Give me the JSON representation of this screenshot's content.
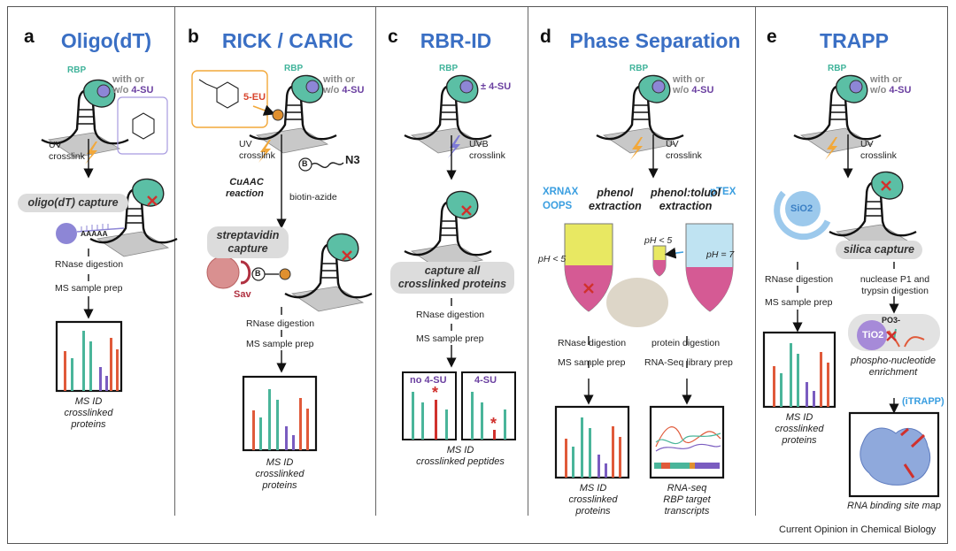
{
  "panels": {
    "a": {
      "letter": "a",
      "title": "Oligo(dT)",
      "rbp": "RBP",
      "with_su_1": "with or",
      "with_su_2": "w/o ",
      "su": "4-SU",
      "uv": "UV",
      "crosslink": "crosslink",
      "capture": "oligo(dT) capture",
      "aaaaa": "AAAAA",
      "step1": "RNase digestion",
      "step2": "MS sample prep",
      "result": [
        "MS ID",
        "crosslinked",
        "proteins"
      ]
    },
    "b": {
      "letter": "b",
      "title": "RICK / CARIC",
      "rbp": "RBP",
      "with_su_1": "with or",
      "with_su_2": "w/o ",
      "su": "4-SU",
      "eu": "5-EU",
      "uv": "UV",
      "crosslink": "crosslink",
      "cuaac_1": "CuAAC",
      "cuaac_2": "reaction",
      "biotin": "biotin-azide",
      "n3": "N3",
      "b": "B",
      "capture_1": "streptavidin",
      "capture_2": "capture",
      "sav": "Sav",
      "step1": "RNase digestion",
      "step2": "MS sample prep",
      "result": [
        "MS ID",
        "crosslinked",
        "proteins"
      ]
    },
    "c": {
      "letter": "c",
      "title": "RBR-ID",
      "rbp": "RBP",
      "su": "± 4-SU",
      "uvb": "UVB",
      "crosslink": "crosslink",
      "capture_1": "capture all",
      "capture_2": "crosslinked proteins",
      "step1": "RNase digestion",
      "step2": "MS sample prep",
      "box1": "no 4-SU",
      "box2": "4-SU",
      "star": "*",
      "result": [
        "MS ID",
        "crosslinked peptides"
      ]
    },
    "d": {
      "letter": "d",
      "title": "Phase Separation",
      "rbp": "RBP",
      "with_su_1": "with or",
      "with_su_2": "w/o ",
      "su": "4-SU",
      "uv": "UV",
      "crosslink": "crosslink",
      "xrnax": "XRNAX",
      "oops": "OOPS",
      "phenol_1": "phenol",
      "phenol_2": "extraction",
      "ptex": "pTEX",
      "tol_1": "phenol:toluol",
      "tol_2": "extraction",
      "ph5a": "pH < 5",
      "ph5b": "pH < 5",
      "ph7": "pH = 7",
      "l_step1": "RNase digestion",
      "l_step2": "MS sample prep",
      "r_step1": "protein digestion",
      "r_step2": "RNA-Seq library prep",
      "l_result": [
        "MS ID",
        "crosslinked",
        "proteins"
      ],
      "r_result": [
        "RNA-seq",
        "RBP target",
        "transcripts"
      ]
    },
    "e": {
      "letter": "e",
      "title": "TRAPP",
      "rbp": "RBP",
      "with_su_1": "with or",
      "with_su_2": "w/o ",
      "su": "4-SU",
      "uv": "UV",
      "crosslink": "crosslink",
      "sio2": "SiO2",
      "capture": "silica capture",
      "l_step1": "RNase digestion",
      "l_step2": "MS sample prep",
      "r_step1": "nuclease P1 and",
      "r_step2": "trypsin digestion",
      "po3": "PO3-",
      "tio2": "TiO2",
      "enrich_1": "phospho-nucleotide",
      "enrich_2": "enrichment",
      "itrapp": "(iTRAPP)",
      "l_result": [
        "MS ID",
        "crosslinked",
        "proteins"
      ],
      "r_result": "RNA binding site map"
    }
  },
  "credit": "Current Opinion in Chemical Biology",
  "colors": {
    "title": "#3a6fc4",
    "rbp": "#3fb39a",
    "su": "#6a3fa0",
    "bar_red": "#e05a3a",
    "bar_teal": "#4ab59a",
    "bar_purple": "#7a5cc0",
    "bolt": "#f2a83a",
    "crosslink_x": "#d0312d"
  }
}
